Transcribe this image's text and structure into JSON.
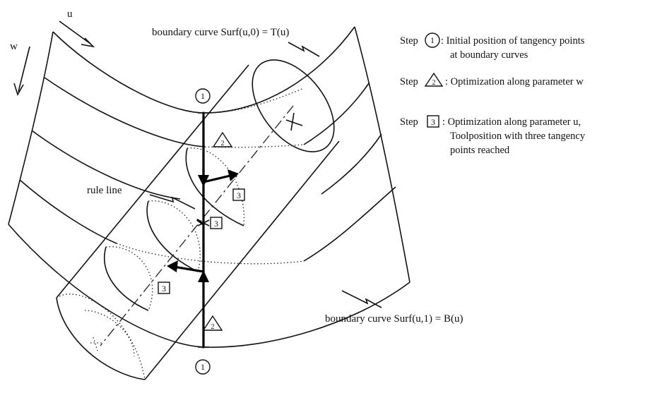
{
  "axis_u": "u",
  "axis_w": "w",
  "boundary_top": "boundary curve Surf(u,0) = T(u)",
  "boundary_bottom": "boundary curve Surf(u,1) = B(u)",
  "rule_line": "rule line",
  "marker_numbers": {
    "one": "1",
    "two": "2",
    "three": "3"
  },
  "legend": {
    "step_word": "Step",
    "step1_text": [
      ": Initial position of tangency points",
      "at boundary curves"
    ],
    "step2_text": [
      ": Optimization along parameter w"
    ],
    "step3_text": [
      ": Optimization along parameter u,",
      "Toolposition with three tangency",
      "points reached"
    ]
  }
}
